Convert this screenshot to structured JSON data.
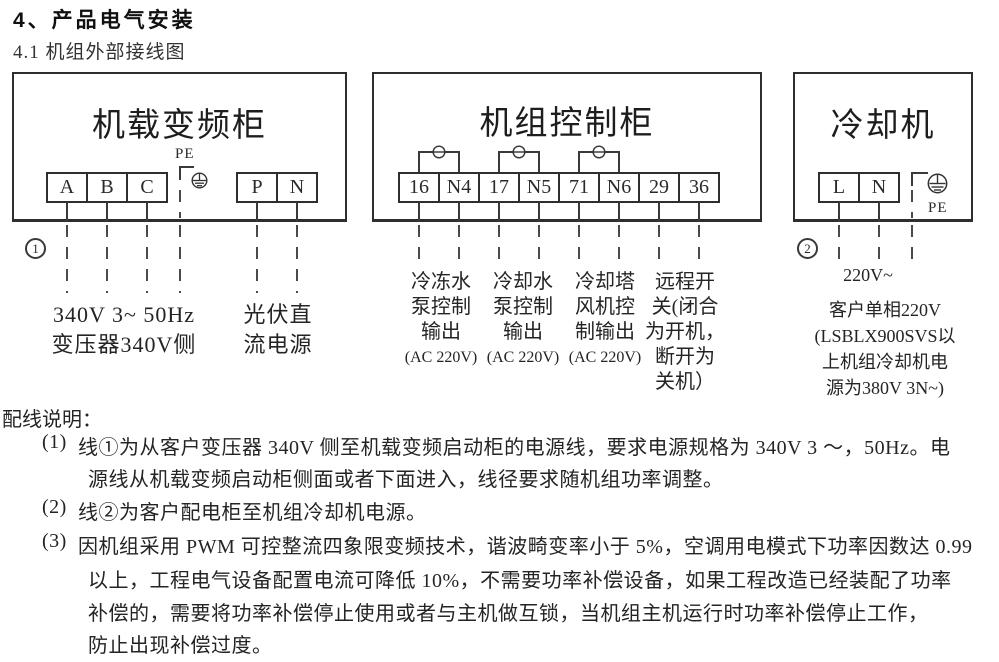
{
  "page": {
    "title": "4、产品电气安装",
    "subtitle": "4.1 机组外部接线图"
  },
  "diagram": {
    "box1": {
      "title": "机载变频柜",
      "terminals_abc": [
        "A",
        "B",
        "C"
      ],
      "pe_label": "PE",
      "terminals_pn": [
        "P",
        "N"
      ],
      "circle_number": "1",
      "power_label_line1": "340V 3~ 50Hz",
      "power_label_line2": "变压器340V侧",
      "pv_label_line1": "光伏直",
      "pv_label_line2": "流电源"
    },
    "box2": {
      "title": "机组控制柜",
      "terminals": [
        "16",
        "N4",
        "17",
        "N5",
        "71",
        "N6",
        "29",
        "36"
      ],
      "columns": [
        [
          "冷冻水",
          "泵控制",
          "输出",
          "(AC 220V)"
        ],
        [
          "冷却水",
          "泵控制",
          "输出",
          "(AC 220V)"
        ],
        [
          "冷却塔",
          "风机控",
          "制输出",
          "(AC 220V)"
        ],
        [
          "远程开",
          "关(闭合",
          "为开机，",
          "断开为",
          "关机）"
        ]
      ]
    },
    "box3": {
      "title": "冷却机",
      "terminals": [
        "L",
        "N"
      ],
      "pe_label": "PE",
      "circle_number": "2",
      "voltage_label": "220V~",
      "note_lines": [
        "客户单相220V",
        "(LSBLX900SVS以",
        "上机组冷却机电",
        "源为380V 3N~)"
      ]
    }
  },
  "notes": {
    "heading": "配线说明：",
    "item1": {
      "num": "(1)",
      "line1": "线①为从客户变压器 340V 侧至机载变频启动柜的电源线，要求电源规格为 340V 3 ～，50Hz。电",
      "line2": "源线从机载变频启动柜侧面或者下面进入，线径要求随机组功率调整。"
    },
    "item2": {
      "num": "(2)",
      "line1": "线②为客户配电柜至机组冷却机电源。"
    },
    "item3": {
      "num": "(3)",
      "line1": "因机组采用 PWM 可控整流四象限变频技术，谐波畸变率小于 5%，空调用电模式下功率因数达 0.99",
      "line2": "以上，工程电气设备配置电流可降低 10%，不需要功率补偿设备，如果工程改造已经装配了功率",
      "line3": "补偿的，需要将功率补偿停止使用或者与主机做互锁，当机组主机运行时功率补偿停止工作，",
      "line4": "防止出现补偿过度。"
    }
  }
}
